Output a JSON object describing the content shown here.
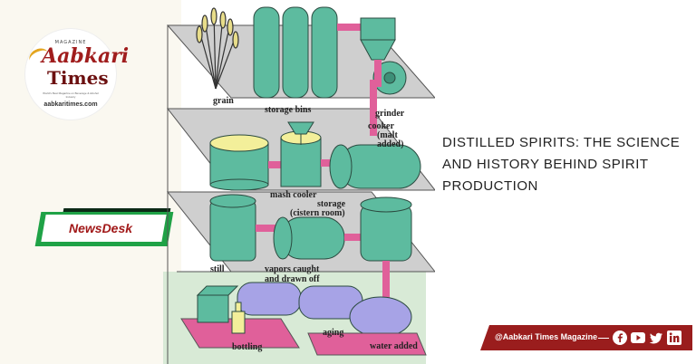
{
  "brand": {
    "magazine_label": "MAGAZINE",
    "name_line1": "Aabkari",
    "name_line2": "Times",
    "tagline": "World's Best Magazine on Beverage & Alcohol Industry",
    "url": "aabkaritimes.com",
    "colors": {
      "primary": "#a01d1d",
      "accent": "#e3a520"
    }
  },
  "category": {
    "label": "NewsDesk",
    "colors": {
      "frame": "#1fa246",
      "text": "#a11818"
    }
  },
  "headline": "DISTILLED SPIRITS: THE SCIENCE AND HISTORY BEHIND SPIRIT PRODUCTION",
  "diagram": {
    "labels": {
      "grain": "grain",
      "storage_bins": "storage bins",
      "grinder": "grinder",
      "cooker_1": "cooker",
      "cooker_2": "(malt",
      "cooker_3": "added)",
      "mash_cooler": "mash cooler",
      "storage_1": "storage",
      "storage_2": "(cistern room)",
      "still": "still",
      "vapors_1": "vapors caught",
      "vapors_2": "and drawn off",
      "bottling": "bottling",
      "aging": "aging",
      "water_added": "water added"
    },
    "colors": {
      "vessel": "#5dbb9f",
      "pipe": "#e0609a",
      "floor": "#cfcfcf",
      "barrel": "#a7a3e6"
    }
  },
  "social": {
    "handle": "@Aabkari Times Magazine",
    "icons": [
      "facebook-icon",
      "youtube-icon",
      "twitter-icon",
      "linkedin-icon"
    ]
  }
}
